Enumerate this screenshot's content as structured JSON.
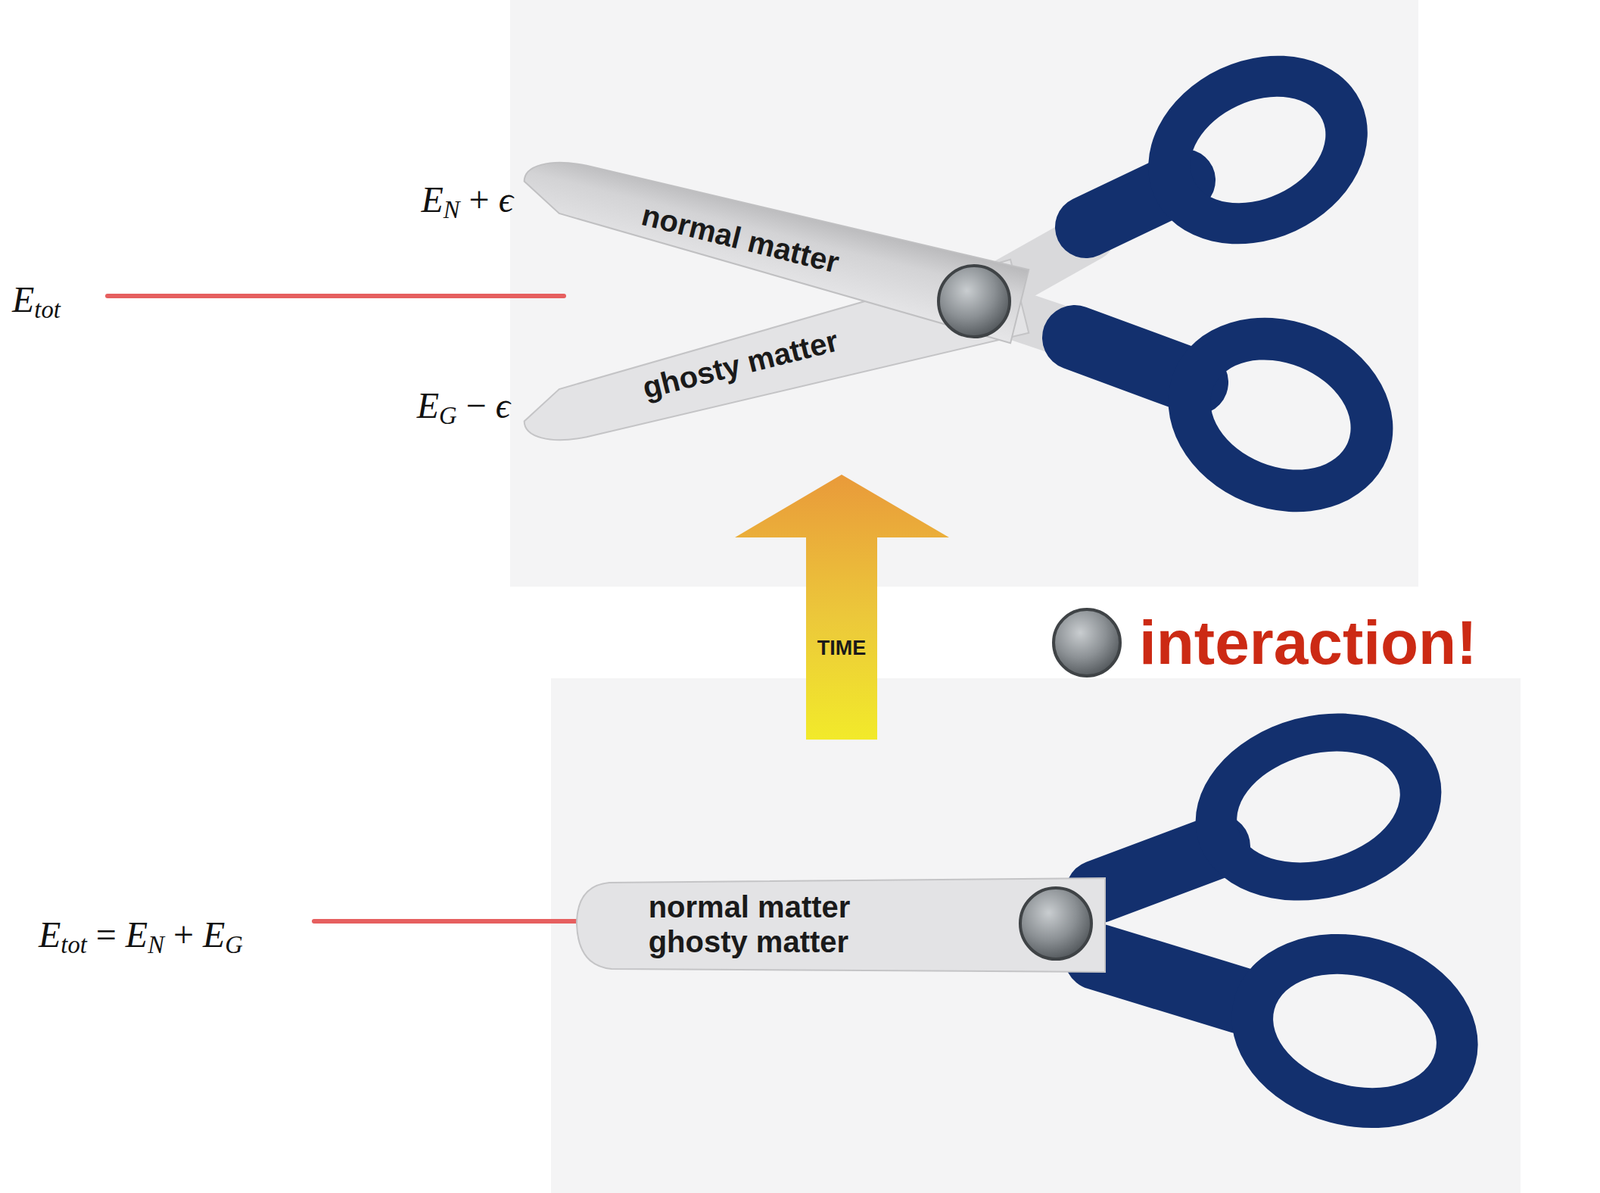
{
  "diagram": {
    "nodes": [
      {
        "text": [
          "normal matter"
        ]
      },
      {
        "text": [
          "ghosty matter"
        ]
      },
      {
        "text": [
          "TIME"
        ]
      },
      {
        "text": [
          "normal matter",
          "ghosty matter"
        ]
      }
    ],
    "labels": [
      "EN + ϵ",
      "Etot",
      "EG − ϵ",
      "interaction!",
      "Etot = EN + EG"
    ]
  }
}
